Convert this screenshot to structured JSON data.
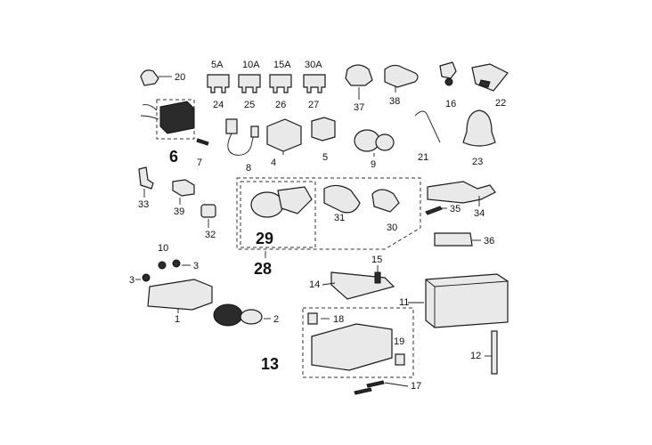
{
  "fuse_ratings": [
    "5A",
    "10A",
    "15A",
    "30A"
  ],
  "callouts": {
    "c1": "1",
    "c2": "2",
    "c3a": "3",
    "c3b": "3",
    "c4": "4",
    "c5": "5",
    "c6": "6",
    "c7": "7",
    "c8": "8",
    "c9": "9",
    "c10": "10",
    "c11": "11",
    "c12": "12",
    "c13": "13",
    "c15": "15",
    "c14": "14",
    "c16": "16",
    "c17": "17",
    "c18": "18",
    "c19": "19",
    "c20": "20",
    "c21": "21",
    "c22": "22",
    "c23": "23",
    "c24": "24",
    "c25": "25",
    "c26": "26",
    "c27": "27",
    "c28": "28",
    "c29": "29",
    "c30": "30",
    "c31": "31",
    "c32": "32",
    "c33": "33",
    "c34": "34",
    "c35": "35",
    "c36": "36",
    "c37": "37",
    "c38": "38",
    "c39": "39"
  }
}
